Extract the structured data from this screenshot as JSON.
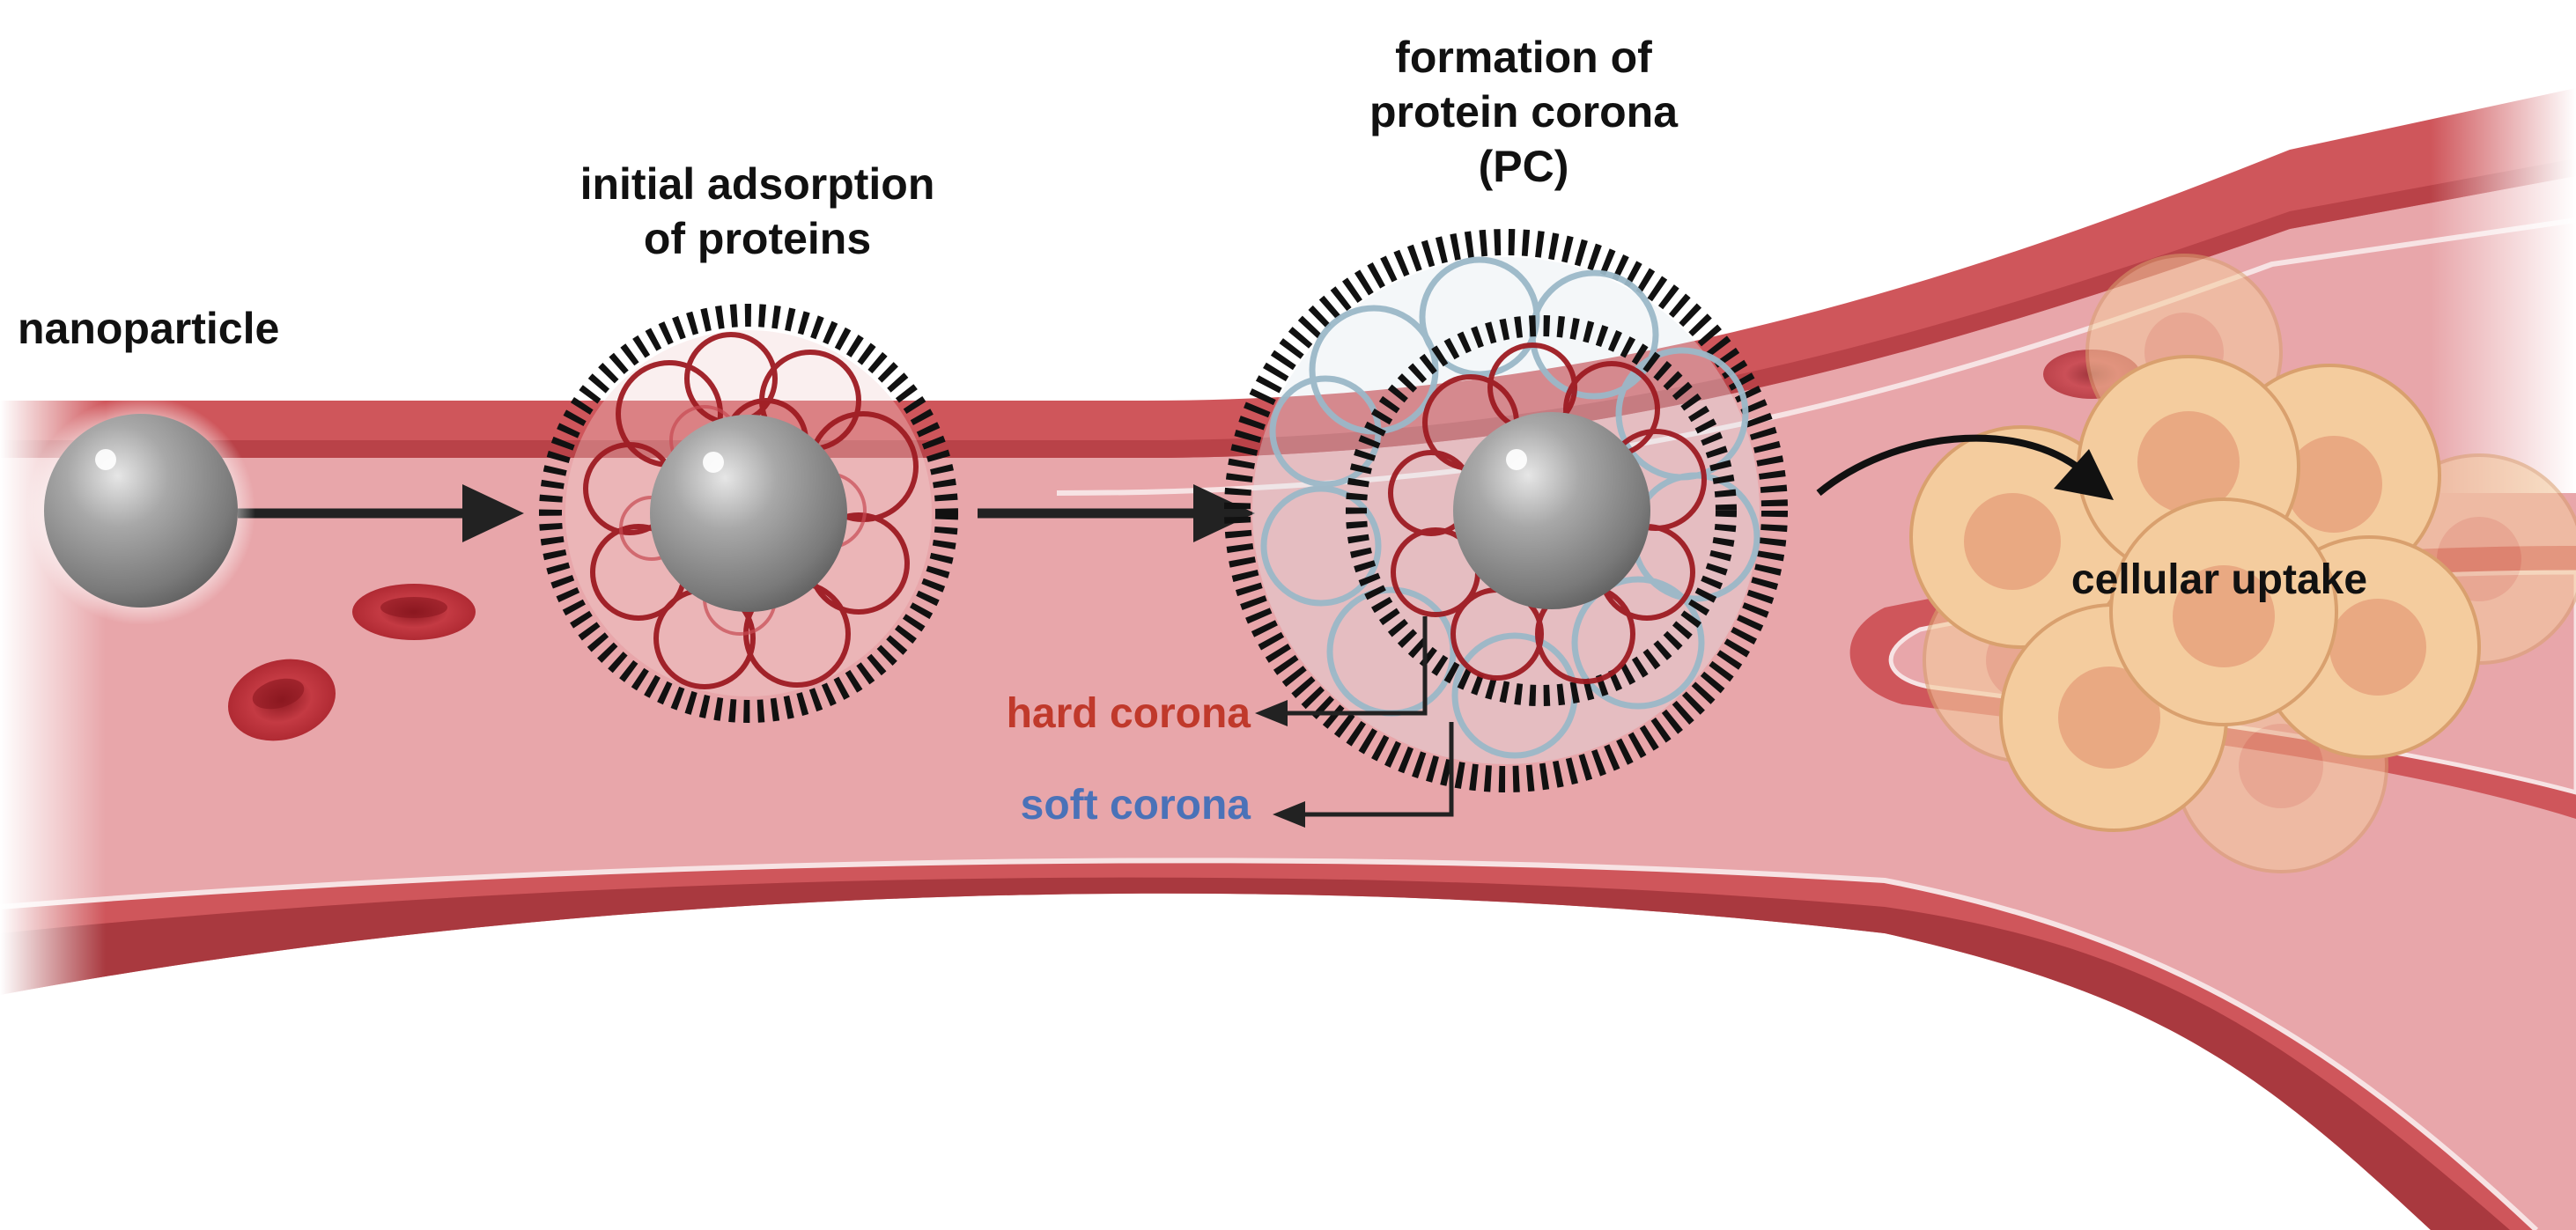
{
  "labels": {
    "nanoparticle": "nanoparticle",
    "initial_adsorption": [
      "initial adsorption",
      "of proteins"
    ],
    "formation": [
      "formation of",
      "protein corona",
      "(PC)"
    ],
    "hard_corona": "hard corona",
    "soft_corona": "soft corona",
    "cellular_uptake": "cellular uptake"
  },
  "colors": {
    "vessel_wall": "#cf565b",
    "vessel_wall_dark": "#a9393f",
    "vessel_lumen": "#e8a6aa",
    "nanoparticle": "#8f8f8f",
    "hard_corona": "#c0392b",
    "soft_corona": "#4a72b8",
    "protein_hard": "#9e1b22",
    "protein_soft": "#9bb8c8",
    "cell_fill": "#f4cc9e",
    "cell_nucleus": "#e9a982",
    "arrow": "#222222"
  },
  "icons": {
    "red_blood_cell": "red-blood-cell-icon",
    "nanoparticle": "nanoparticle-sphere-icon",
    "cell": "cell-icon"
  }
}
